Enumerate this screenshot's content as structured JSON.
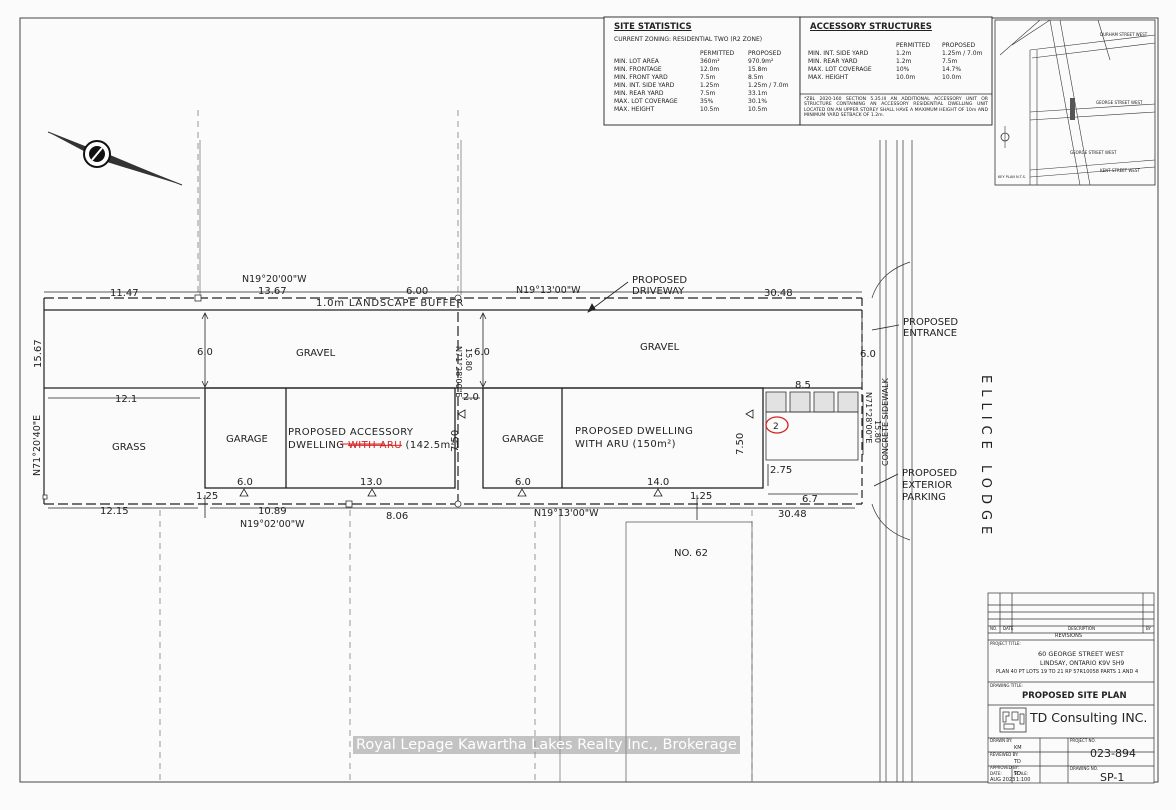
{
  "site_statistics": {
    "title": "SITE STATISTICS",
    "zoning": "CURRENT ZONING: RESIDENTIAL TWO (R2 ZONE)",
    "headers": [
      "",
      "PERMITTED",
      "PROPOSED"
    ],
    "rows": [
      [
        "MIN. LOT AREA",
        "360m²",
        "970.9m²"
      ],
      [
        "MIN. FRONTAGE",
        "12.0m",
        "15.8m"
      ],
      [
        "MIN. FRONT YARD",
        "7.5m",
        "8.5m"
      ],
      [
        "MIN. INT. SIDE YARD",
        "1.25m",
        "1.25m / 7.0m"
      ],
      [
        "MIN. REAR YARD",
        "7.5m",
        "33.1m"
      ],
      [
        "MAX. LOT COVERAGE",
        "35%",
        "30.1%"
      ],
      [
        "MAX. HEIGHT",
        "10.5m",
        "10.5m"
      ]
    ]
  },
  "accessory_structures": {
    "title": "ACCESSORY STRUCTURES",
    "headers": [
      "",
      "PERMITTED",
      "PROPOSED"
    ],
    "rows": [
      [
        "MIN. INT. SIDE YARD",
        "1.2m",
        "1.25m / 7.0m"
      ],
      [
        "MIN. REAR YARD",
        "1.2m",
        "7.5m"
      ],
      [
        "MAX. LOT COVERAGE",
        "10%",
        "14.7%"
      ],
      [
        "MAX. HEIGHT",
        "10.0m",
        "10.0m"
      ]
    ],
    "note": "*ZBL 2020-160 SECTION 5.35.III AN ADDITIONAL ACCESSORY UNIT OR STRUCTURE CONTAINING AN ACCESSORY RESIDENTIAL DWELLING UNIT LOCATED ON AN UPPER STOREY SHALL HAVE A MAXIMUM HEIGHT OF 10m AND MINIMUM YARD SETBACK OF 1.2m."
  },
  "key_map": {
    "streets": [
      "DURHAM STREET WEST",
      "GEORGE STREET WEST",
      "GEORGE STREET WEST",
      "KENT STREET WEST"
    ],
    "label": "KEY PLAN N.T.S."
  },
  "plan": {
    "bearings": {
      "top_west": "N19°20'00\"W",
      "top_east": "N19°13'00\"W",
      "bottom_west": "N19°02'00\"W",
      "bottom_east": "N19°13'00\"W",
      "west_side": "N71°20'40\"E",
      "middle_line": "N71°28'00\"E",
      "east_side": "N71°28'00\"E"
    },
    "dimensions": {
      "top_11_47": "11.47",
      "top_13_67": "13.67",
      "top_6_00": "6.00",
      "top_30_48": "30.48",
      "west_15_67": "15.67",
      "gravel_w_6_0": "6.0",
      "gravel_e_6_0": "6.0",
      "right_6_0": "6.0",
      "grass_12_1": "12.1",
      "gap_2_0": "2.0",
      "acc_7_50": "7.50",
      "mid_15_80": "15.80",
      "dw_7_50": "7.50",
      "front_8_5": "8.5",
      "east_15_80": "15.80",
      "park_2_75": "2.75",
      "park_6_7": "6.7",
      "acc_6_0": "6.0",
      "acc_13_0": "13.0",
      "dw_6_0": "6.0",
      "dw_14_0": "14.0",
      "side_1_25_w": "1.25",
      "side_1_25_e": "1.25",
      "bot_12_15": "12.15",
      "bot_10_89": "10.89",
      "bot_8_06": "8.06",
      "bot_30_48": "30.48",
      "circled_2": "2"
    },
    "labels": {
      "landscape_buffer": "1.0m LANDSCAPE BUFFER",
      "gravel_1": "GRAVEL",
      "gravel_2": "GRAVEL",
      "grass": "GRASS",
      "garage_1": "GARAGE",
      "garage_2": "GARAGE",
      "acc_line1": "PROPOSED ACCESSORY",
      "acc_line2_a": "DWELLING ",
      "acc_line2_struck": "WITH ARU",
      "acc_line2_b": " (142.5m²)",
      "dw_line1": "PROPOSED DWELLING",
      "dw_line2": "WITH ARU (150m²)",
      "proposed_driveway_1": "PROPOSED",
      "proposed_driveway_2": "DRIVEWAY",
      "proposed_entrance_1": "PROPOSED",
      "proposed_entrance_2": "ENTRANCE",
      "proposed_parking_1": "PROPOSED",
      "proposed_parking_2": "EXTERIOR",
      "proposed_parking_3": "PARKING",
      "sidewalk": "CONCRETE SIDEWALK",
      "street": "ELLICE LODGE",
      "neighbour": "NO. 62"
    }
  },
  "title_block": {
    "revisions_label": "REVISIONS",
    "rev_headers": [
      "NO.",
      "DATE",
      "DESCRIPTION",
      "BY"
    ],
    "project_title_label": "PROJECT TITLE:",
    "address_1": "60 GEORGE STREET WEST",
    "address_2": "LINDSAY, ONTARIO K9V 5H9",
    "address_3": "PLAN 40 PT LOTS 19 TO 21 RP 57R10058 PARTS 1 AND 4",
    "drawing_title_label": "DRAWING TITLE:",
    "drawing_title": "PROPOSED SITE PLAN",
    "company": "TD Consulting INC.",
    "drawn_by_label": "DRAWN BY:",
    "drawn_by": "KM",
    "reviewed_by_label": "REVIEWED BY:",
    "reviewed_by": "TD",
    "approved_by_label": "APPROVED BY:",
    "approved_by": "TD",
    "date_label": "DATE:",
    "date": "AUG 2023",
    "scale_label": "SCALE:",
    "scale": "1:100",
    "project_no_label": "PROJECT NO.",
    "project_no": "023-894",
    "drawing_no_label": "DRAWING NO.",
    "drawing_no": "SP-1"
  },
  "watermark": "Royal Lepage Kawartha Lakes Realty Inc., Brokerage",
  "colors": {
    "ink": "#222222",
    "red_mark": "#d62020",
    "paper": "#fbfbfb"
  }
}
